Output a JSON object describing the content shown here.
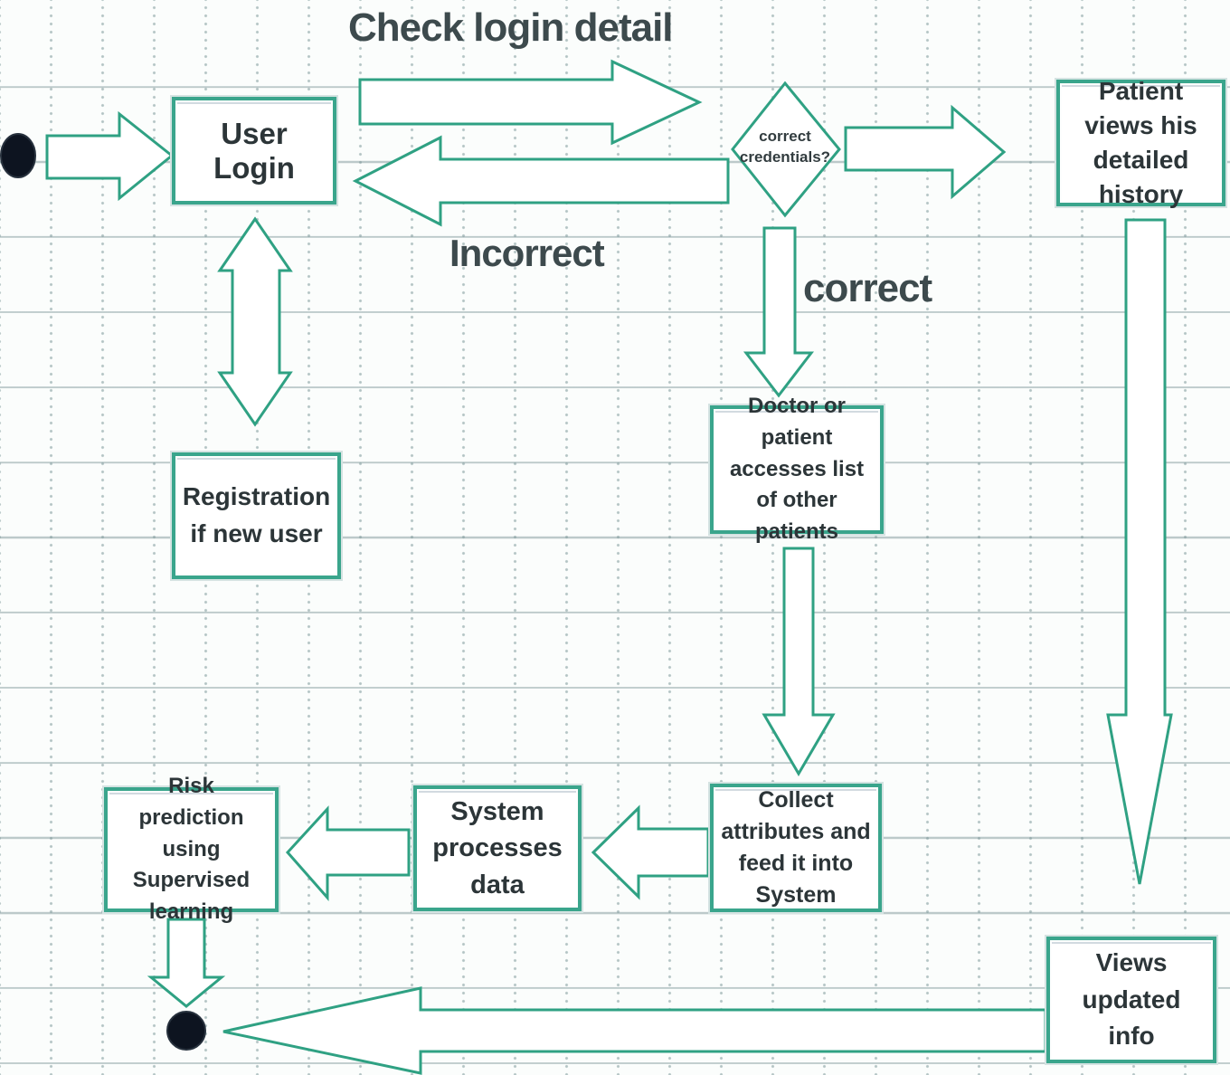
{
  "diagram": {
    "type": "flowchart",
    "nodes": {
      "user_login": "User Login",
      "registration": "Registration if new user",
      "decision": "correct credentials?",
      "patient_history": "Patient views his detailed history",
      "doctor_list": "Doctor or patient accesses list of other patients",
      "collect": "Collect attributes and feed it into System",
      "system": "System processes data",
      "risk": "Risk prediction using Supervised learning",
      "views": "Views updated info"
    },
    "edge_labels": {
      "check_login": "Check login detail",
      "incorrect": "Incorrect",
      "correct": "correct"
    },
    "terminators": {
      "start": "start-dot",
      "end": "end-dot"
    },
    "colors": {
      "shape_stroke": "#2fa183",
      "box_border": "#3aa58c",
      "box_fill": "#ffffff",
      "node_text": "#2c3538",
      "label_text": "#3d4a4d",
      "terminator_fill": "#0d1420",
      "grid_line": "#7d9698",
      "background": "#fbfdfc"
    }
  }
}
